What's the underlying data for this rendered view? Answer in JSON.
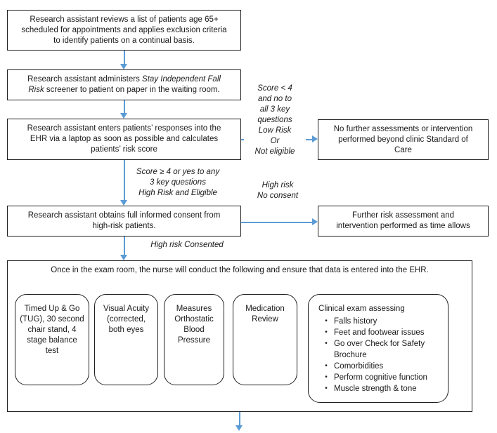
{
  "colors": {
    "arrow_blue": "#5b9bd5",
    "box_border": "#1f1f1f",
    "text": "#1a1a1a"
  },
  "process": {
    "box1": "Research assistant reviews a list of patients age 65+ scheduled for appointments and applies exclusion criteria to identify patients on a continual basis.",
    "box2": {
      "prefix": "Research assistant administers ",
      "italic": "Stay Independent Fall Risk",
      "suffix": " screener to patient on paper in the waiting room."
    },
    "box3": "Research assistant enters patients’ responses into the EHR via a laptop as soon as possible and calculates patients’ risk score",
    "box4": "Research assistant obtains full informed consent from high-risk patients.",
    "outcome_box1": "No further assessments or intervention performed beyond clinic Standard of Care",
    "outcome_box2": "Further risk assessment and intervention performed as time allows"
  },
  "labels": {
    "low_risk": "Score < 4\nand no to\nall 3 key\nquestions\nLow Risk\nOr\nNot eligible",
    "high_risk_eligible": "Score ≥ 4 or yes to any\n3 key questions\nHigh Risk and Eligible",
    "high_risk_no_consent": "High risk\nNo consent",
    "high_risk_consented": "High risk Consented"
  },
  "exam_section": {
    "header": "Once in the exam room, the nurse will conduct the following and ensure that data is entered into the EHR.",
    "cards": [
      {
        "text": "Timed Up & Go (TUG), 30 second chair stand, 4 stage balance test"
      },
      {
        "text": "Visual Acuity (corrected, both eyes"
      },
      {
        "text": "Measures Orthostatic Blood Pressure"
      },
      {
        "text": "Medication Review"
      }
    ],
    "clinical_exam": {
      "title": "Clinical exam assessing",
      "bullet_char": "•",
      "bullets": [
        "Falls history",
        "Feet and footwear issues",
        "Go over Check for Safety Brochure",
        "Comorbidities",
        "Perform cognitive function",
        "Muscle strength & tone"
      ]
    }
  }
}
